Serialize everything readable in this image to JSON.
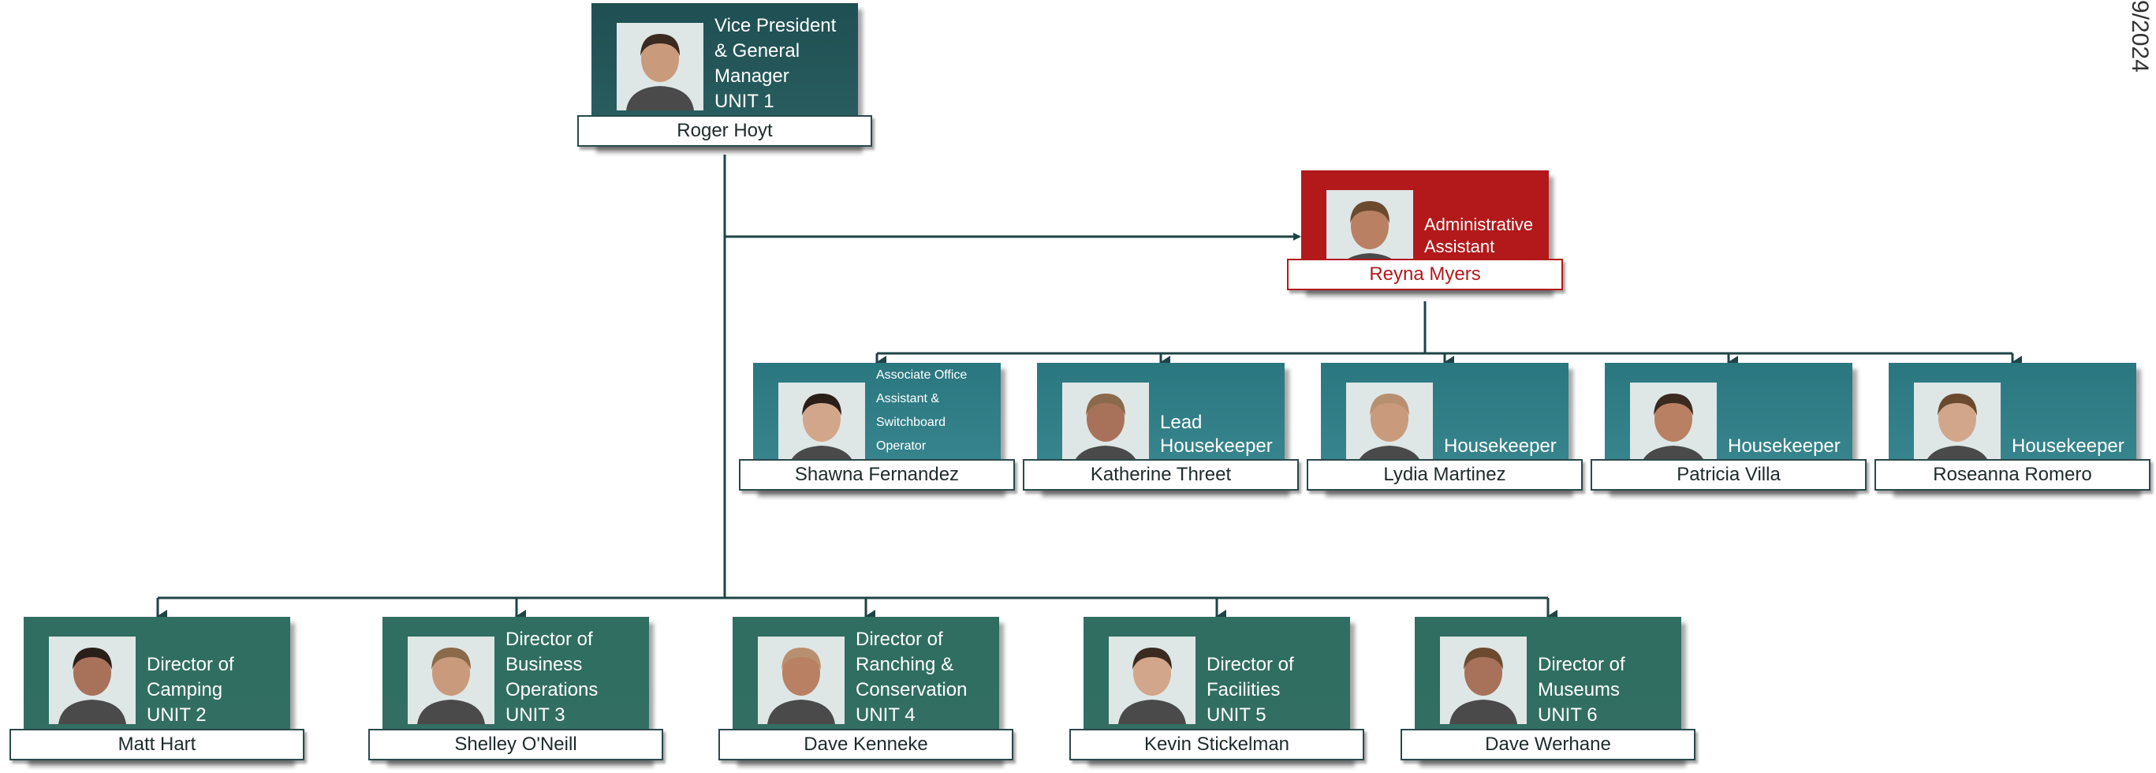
{
  "date_fragment": "9/2024",
  "colors": {
    "vp_card": "#24575a",
    "director_card": "#316f61",
    "staff_card": "#2f7f88",
    "admin_card": "#b3191b",
    "connector": "#1f4446"
  },
  "vice_president": {
    "title_lines": [
      "Vice President",
      "& General",
      "Manager",
      "UNIT 1"
    ],
    "name": "Roger Hoyt"
  },
  "admin_assistant": {
    "title_lines": [
      "Administrative",
      "Assistant"
    ],
    "name": "Reyna Myers"
  },
  "staff": [
    {
      "title_lines": [
        "Associate Office",
        "Assistant &",
        "Switchboard",
        "Operator"
      ],
      "name": "Shawna Fernandez"
    },
    {
      "title_lines": [
        "Lead",
        "Housekeeper"
      ],
      "name": "Katherine Threet"
    },
    {
      "title_lines": [
        "Housekeeper"
      ],
      "name": "Lydia Martinez"
    },
    {
      "title_lines": [
        "Housekeeper"
      ],
      "name": "Patricia Villa"
    },
    {
      "title_lines": [
        "Housekeeper"
      ],
      "name": "Roseanna Romero"
    }
  ],
  "directors": [
    {
      "title_lines": [
        "Director of",
        "Camping",
        "UNIT 2"
      ],
      "name": "Matt Hart"
    },
    {
      "title_lines": [
        "Director of",
        "Business",
        "Operations",
        "UNIT 3"
      ],
      "name": "Shelley O'Neill"
    },
    {
      "title_lines": [
        "Director of",
        "Ranching &",
        "Conservation",
        "UNIT 4"
      ],
      "name": "Dave Kenneke"
    },
    {
      "title_lines": [
        "Director of",
        "Facilities",
        "UNIT 5"
      ],
      "name": "Kevin Stickelman"
    },
    {
      "title_lines": [
        "Director of",
        "Museums",
        "UNIT 6"
      ],
      "name": "Dave Werhane"
    }
  ]
}
